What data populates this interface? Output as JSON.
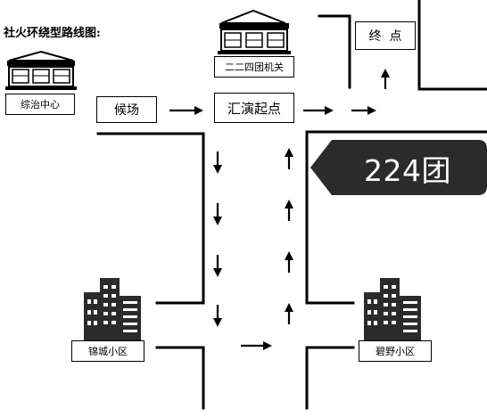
{
  "title": "社火环绕型路线图:",
  "labels": {
    "zongzhi": "综治中心",
    "erersi": "二二四团机关",
    "houchang": "候场",
    "huiyan": "汇演起点",
    "zhongdian": "终  点",
    "jincheng": "锦城小区",
    "biye": "碧野小区"
  },
  "badge": "224团",
  "colors": {
    "badge_bg": "#2b2b2b",
    "badge_text": "#ffffff",
    "line": "#000000"
  },
  "icons": [
    "government-building-icon",
    "government-building-icon",
    "apartment-building-icon",
    "apartment-building-icon",
    "arrow-icon"
  ]
}
